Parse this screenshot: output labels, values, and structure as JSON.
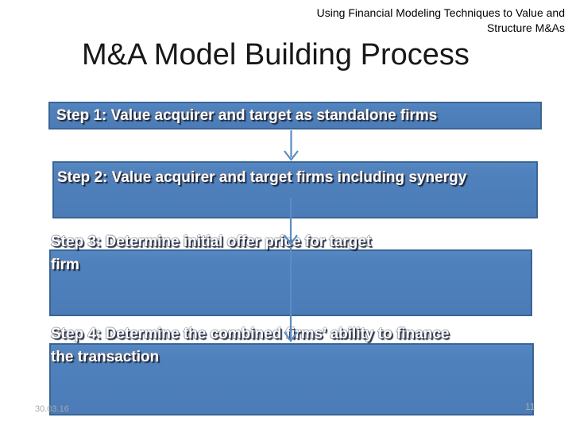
{
  "slide": {
    "header_lines": [
      "Using Financial Modeling Techniques to Value and",
      "Structure M&As"
    ],
    "title": "M&A Model Building Process",
    "steps": [
      {
        "name": "step-1",
        "lines": [
          "Step 1: Value acquirer and target as standalone firms"
        ]
      },
      {
        "name": "step-2",
        "lines": [
          "Step 2: Value acquirer and target firms including synergy"
        ]
      },
      {
        "name": "step-3",
        "lines": [
          "Step 3: Determine initial offer price for target",
          "firm"
        ]
      },
      {
        "name": "step-4",
        "lines": [
          "Step 4: Determine the combined firms’ ability to finance",
          "the transaction"
        ]
      }
    ],
    "footer": {
      "date": "30.03.16",
      "slide_number": "11"
    },
    "colors": {
      "box_fill": "#4f81bd",
      "box_border": "#3a6494",
      "arrow": "#5b8cc5"
    }
  }
}
